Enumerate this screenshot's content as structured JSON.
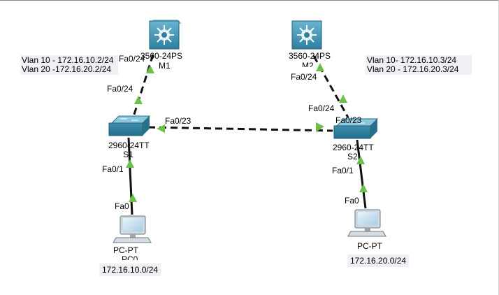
{
  "devices": {
    "m1": {
      "model": "3560-24PS",
      "name": "M1"
    },
    "m2": {
      "model": "3560-24PS",
      "name": "M2"
    },
    "s1": {
      "model": "2960-24TT",
      "name": "S1"
    },
    "s2": {
      "model": "2960-24TT",
      "name": "S2"
    },
    "pc0": {
      "model": "PC-PT",
      "name": "PC0"
    },
    "pc1": {
      "model": "PC-PT"
    }
  },
  "ports": {
    "m1_fa0_24": "Fa0/24",
    "s1_fa0_24": "Fa0/24",
    "s1_fa0_23": "Fa0/23",
    "s1_fa0_1": "Fa0/1",
    "pc0_fa0": "Fa0",
    "m2_fa0_24": "Fa0/24",
    "s2_fa0_24": "Fa0/24",
    "s2_fa0_23": "Fa0/23",
    "s2_fa0_1": "Fa0/1",
    "pc1_fa0": "Fa0"
  },
  "notes": {
    "m1_vlan10": "Vlan 10 - 172.16.10.2/24",
    "m1_vlan20": "Vlan  20  -172.16.20.2/24",
    "m2_vlan10": "Vlan 10- 172.16.10.3/24",
    "m2_vlan20": "Vlan 20 - 172.16.20.3/24",
    "subnet_left": "172.16.10.0/24",
    "subnet_right": "172.16.20.0/24"
  },
  "colors": {
    "link": "#111111",
    "link_up": "#6cc04a",
    "multilayer_switch": "#3a8fb0",
    "switch": "#4aa0bd",
    "annotation_bg": "#eef0f6"
  }
}
